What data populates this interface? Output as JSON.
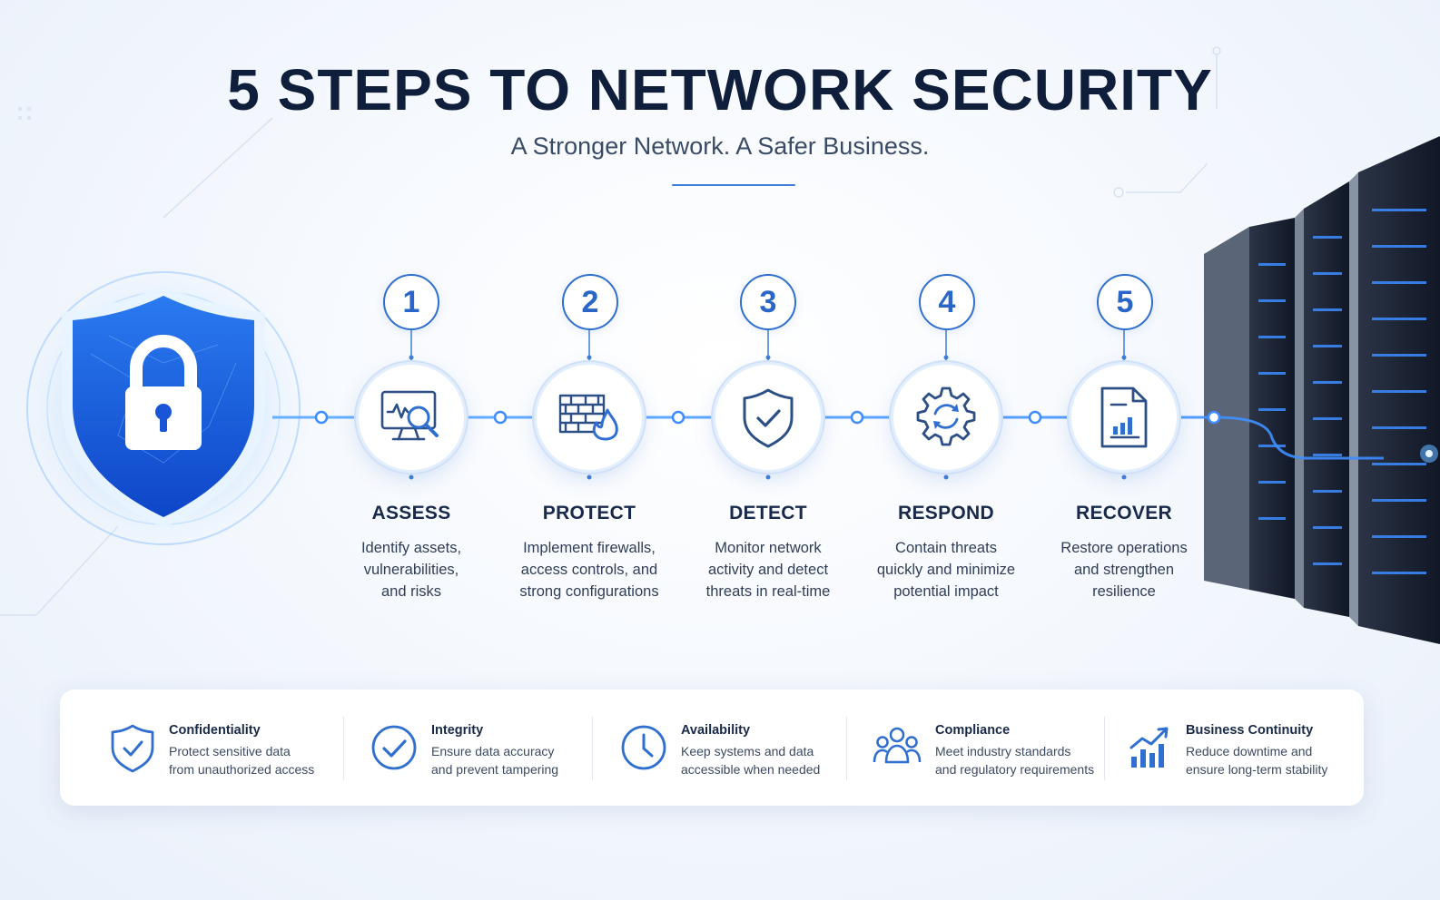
{
  "header": {
    "title": "5 STEPS TO NETWORK SECURITY",
    "subtitle": "A Stronger Network. A Safer Business."
  },
  "colors": {
    "accent": "#2f6fd0",
    "title": "#0f1e3a",
    "shield": "#1e63e6",
    "glow": "#6fb3ff"
  },
  "steps": [
    {
      "number": "1",
      "title": "ASSESS",
      "desc": [
        "Identify assets,",
        "vulnerabilities,",
        "and risks"
      ],
      "icon": "monitor-search-icon"
    },
    {
      "number": "2",
      "title": "PROTECT",
      "desc": [
        "Implement firewalls,",
        "access controls, and",
        "strong configurations"
      ],
      "icon": "firewall-icon"
    },
    {
      "number": "3",
      "title": "DETECT",
      "desc": [
        "Monitor network",
        "activity and detect",
        "threats in real-time"
      ],
      "icon": "shield-check-icon"
    },
    {
      "number": "4",
      "title": "RESPOND",
      "desc": [
        "Contain threats",
        "quickly and minimize",
        "potential impact"
      ],
      "icon": "gear-refresh-icon"
    },
    {
      "number": "5",
      "title": "RECOVER",
      "desc": [
        "Restore operations",
        "and strengthen",
        "resilience"
      ],
      "icon": "report-chart-icon"
    }
  ],
  "pillars": [
    {
      "title": "Confidentiality",
      "desc": [
        "Protect sensitive data",
        "from unauthorized access"
      ],
      "icon": "shield-check-icon"
    },
    {
      "title": "Integrity",
      "desc": [
        "Ensure data accuracy",
        "and prevent tampering"
      ],
      "icon": "check-circle-icon"
    },
    {
      "title": "Availability",
      "desc": [
        "Keep systems and data",
        "accessible when needed"
      ],
      "icon": "clock-icon"
    },
    {
      "title": "Compliance",
      "desc": [
        "Meet industry standards",
        "and regulatory requirements"
      ],
      "icon": "people-group-icon"
    },
    {
      "title": "Business Continuity",
      "desc": [
        "Reduce downtime and",
        "ensure long-term stability"
      ],
      "icon": "growth-chart-icon"
    }
  ]
}
